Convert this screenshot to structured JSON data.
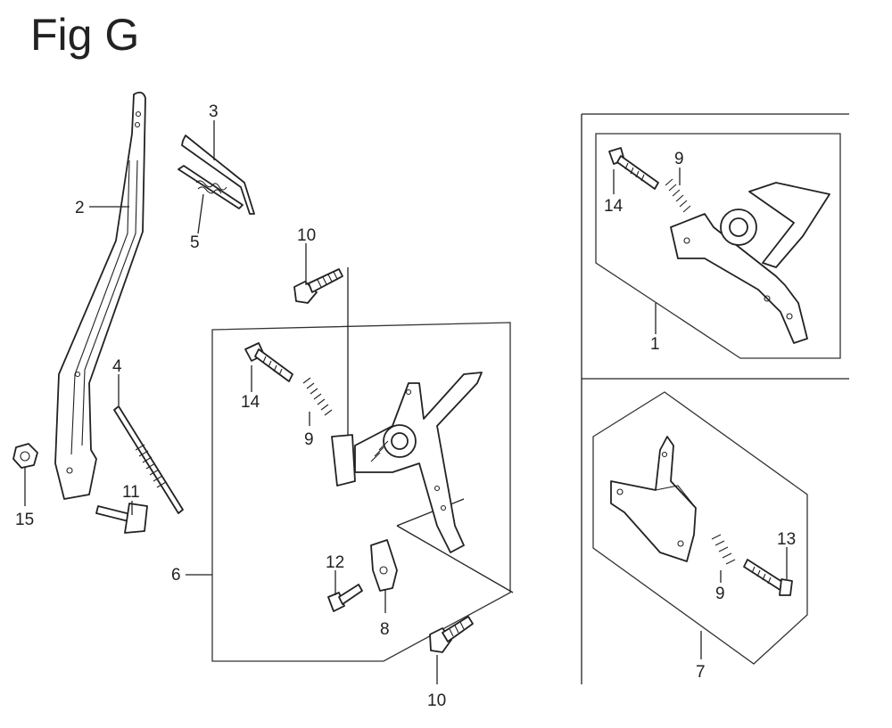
{
  "figure": {
    "title": "Fig G"
  },
  "callouts": {
    "c1": "1",
    "c2": "2",
    "c3": "3",
    "c4": "4",
    "c5": "5",
    "c6": "6",
    "c7": "7",
    "c8": "8",
    "c9a": "9",
    "c9b": "9",
    "c9c": "9",
    "c10a": "10",
    "c10b": "10",
    "c11": "11",
    "c12": "12",
    "c13": "13",
    "c14a": "14",
    "c14b": "14",
    "c15": "15"
  }
}
